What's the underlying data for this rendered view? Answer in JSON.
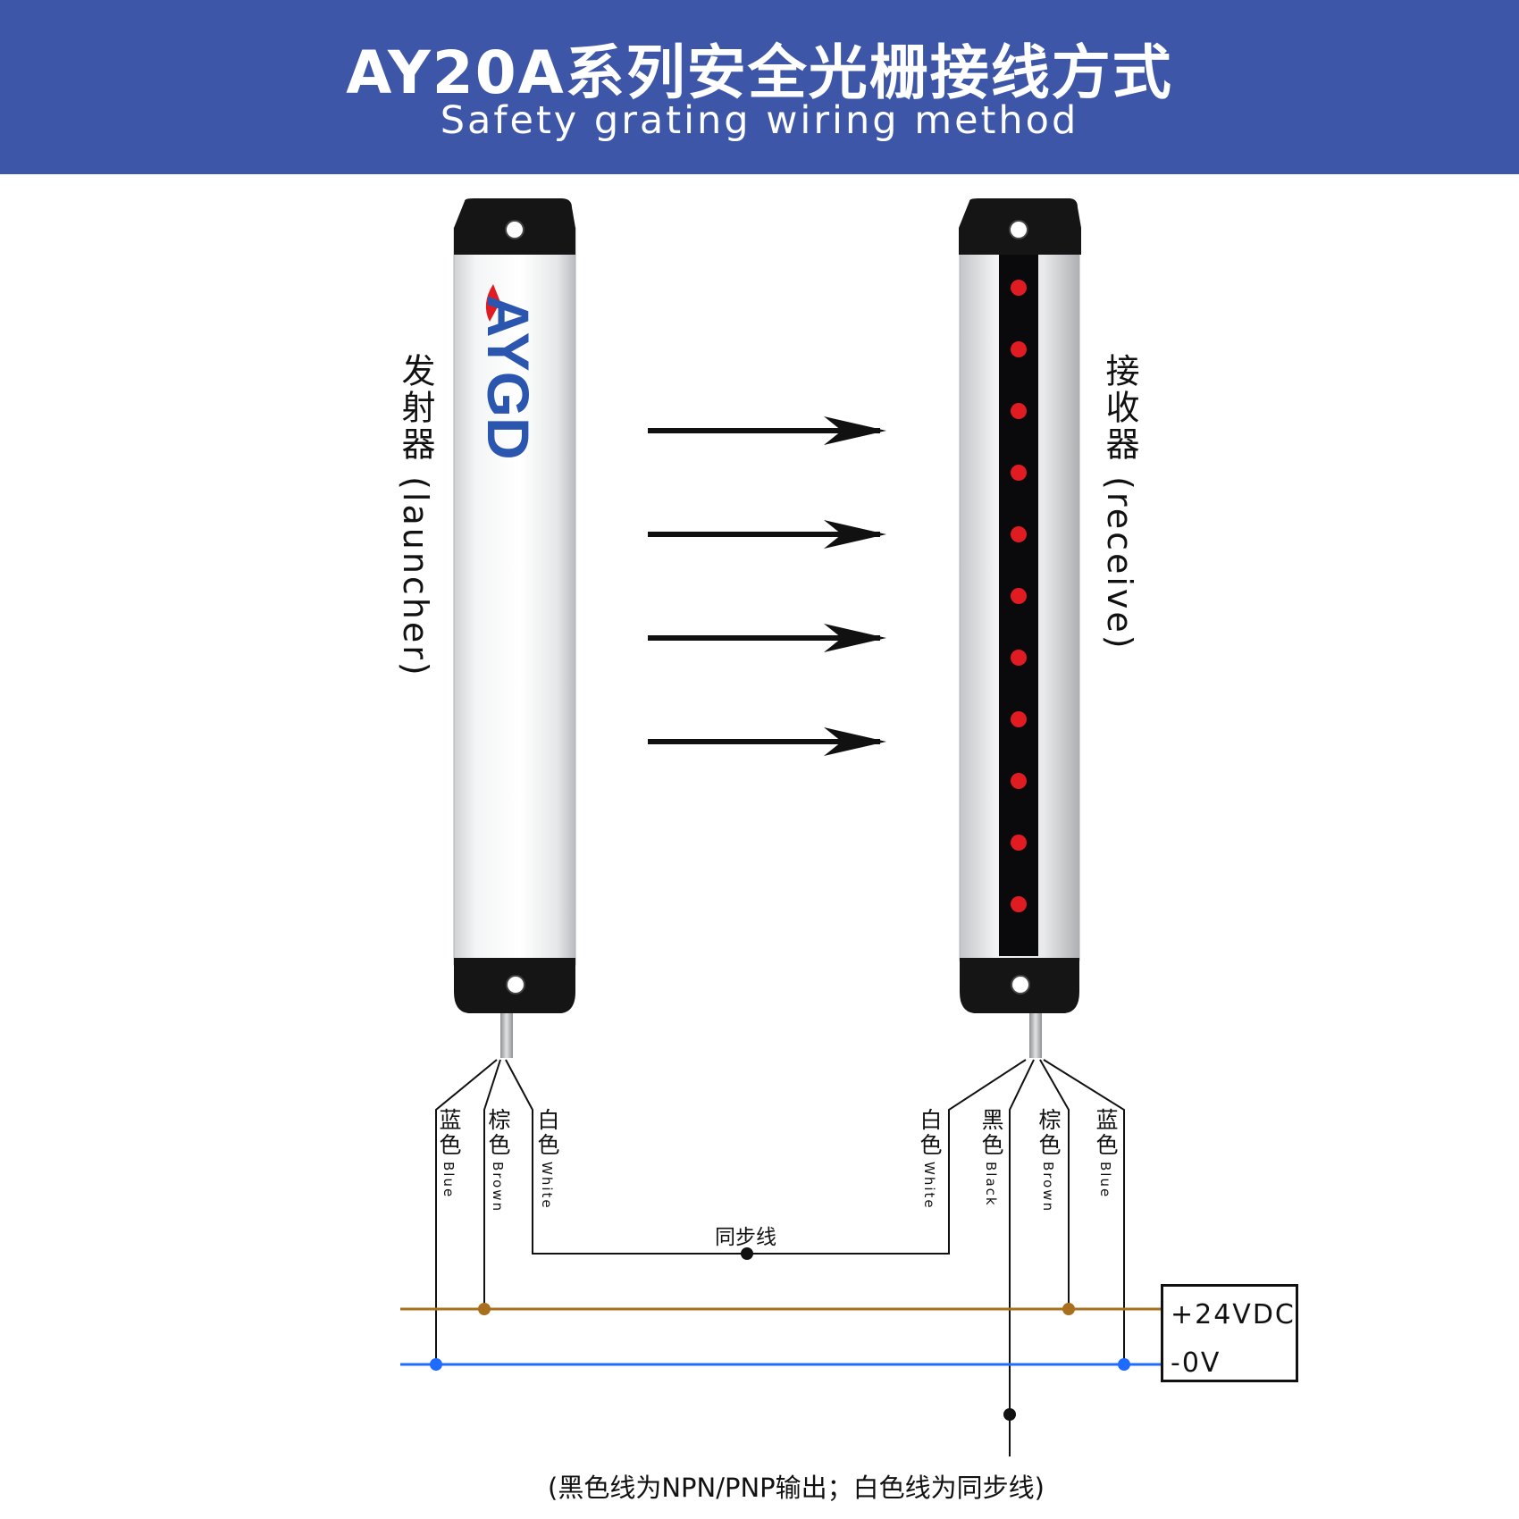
{
  "header": {
    "title": "AY20A系列安全光栅接线方式",
    "subtitle": "Safety grating wiring method",
    "background": "#3d56a8"
  },
  "emitter": {
    "label": "发射器 (launcher)",
    "logo_text": "AYGD"
  },
  "receiver": {
    "label": "接收器 (receive)",
    "led_color": "#e11b22",
    "led_count": 11
  },
  "wires": {
    "emitter": [
      {
        "cn": "蓝色",
        "en": "Blue",
        "color": "#1f6bff"
      },
      {
        "cn": "棕色",
        "en": "Brown",
        "color": "#a8701e"
      },
      {
        "cn": "白色",
        "en": "White",
        "color": "#111111"
      }
    ],
    "receiver": [
      {
        "cn": "白色",
        "en": "White",
        "color": "#111111"
      },
      {
        "cn": "黑色",
        "en": "Black",
        "color": "#111111"
      },
      {
        "cn": "棕色",
        "en": "Brown",
        "color": "#a8701e"
      },
      {
        "cn": "蓝色",
        "en": "Blue",
        "color": "#1f6bff"
      }
    ]
  },
  "sync_label": "同步线",
  "power": {
    "positive": "+24VDC",
    "negative": "-0V"
  },
  "footnote": "(黑色线为NPN/PNP输出；白色线为同步线)"
}
